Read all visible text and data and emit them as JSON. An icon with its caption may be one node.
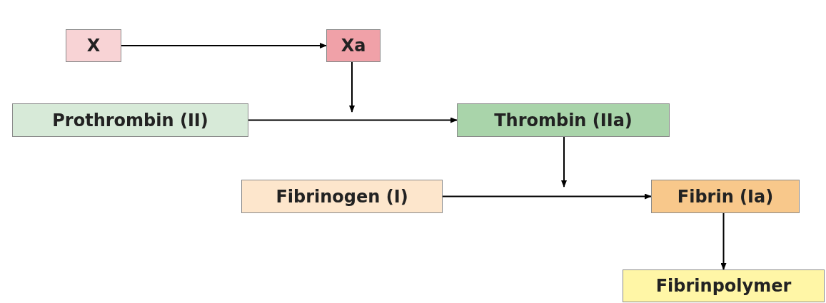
{
  "diagram": {
    "nodes": [
      {
        "text": [
          "X"
        ]
      },
      {
        "text": [
          "Xa"
        ]
      },
      {
        "text": [
          "Prothrombin (II)"
        ]
      },
      {
        "text": [
          "Thrombin (IIa)"
        ]
      },
      {
        "text": [
          "Fibrinogen (I)"
        ]
      },
      {
        "text": [
          "Fibrin (Ia)"
        ]
      },
      {
        "text": [
          "Fibrinpolymer"
        ]
      }
    ],
    "edges": [
      {
        "from": 0,
        "to": 1,
        "arrow": "to"
      },
      {
        "from": 1,
        "to": null,
        "arrow": "to"
      },
      {
        "from": 2,
        "to": 3,
        "arrow": "to"
      },
      {
        "from": 3,
        "to": null,
        "arrow": "to"
      },
      {
        "from": 4,
        "to": 5,
        "arrow": "to"
      },
      {
        "from": 5,
        "to": 6,
        "arrow": "to"
      }
    ]
  }
}
